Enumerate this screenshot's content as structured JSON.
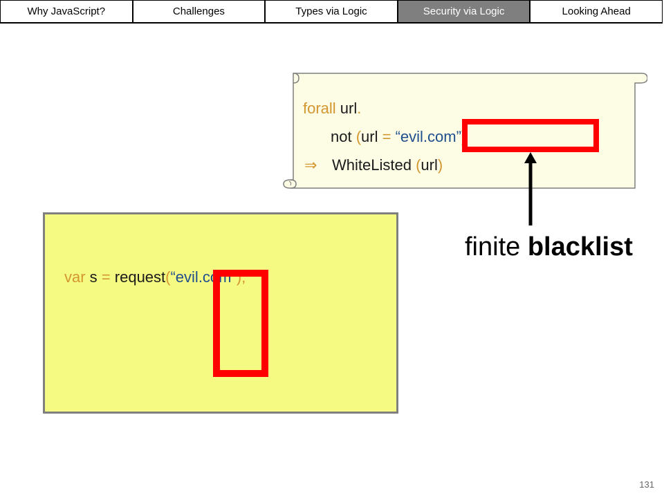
{
  "nav": {
    "tabs": [
      {
        "label": "Why JavaScript?",
        "active": false
      },
      {
        "label": "Challenges",
        "active": false
      },
      {
        "label": "Types via Logic",
        "active": false
      },
      {
        "label": "Security via Logic",
        "active": true
      },
      {
        "label": "Looking Ahead",
        "active": false
      }
    ]
  },
  "scroll": {
    "line1_kw": "forall",
    "line1_var": " url",
    "line1_dot": ".",
    "line2_not": "not ",
    "line2_paren": "(",
    "line2_url": "url ",
    "line2_eq": "=",
    "line2_str": " “evil.com”",
    "line2_close": ")",
    "line3_arrow": "⇒",
    "line3_pred": "WhiteListed ",
    "line3_paren_open": "(",
    "line3_arg": "url",
    "line3_paren_close": ")"
  },
  "code": {
    "kw_var": "var",
    "ident": " s ",
    "eq": "=",
    "call": " request",
    "paren_open": "(",
    "str": "“evil.com”",
    "paren_close": ");"
  },
  "label": {
    "prefix": "finite ",
    "bold": "blacklist"
  },
  "page_number": "131",
  "colors": {
    "keyword": "#d4962e",
    "string": "#1f4e8c",
    "highlight": "#ff0000",
    "code_bg": "#f5fa82",
    "scroll_bg": "#fdfde6",
    "active_tab": "#7f7f7f"
  }
}
